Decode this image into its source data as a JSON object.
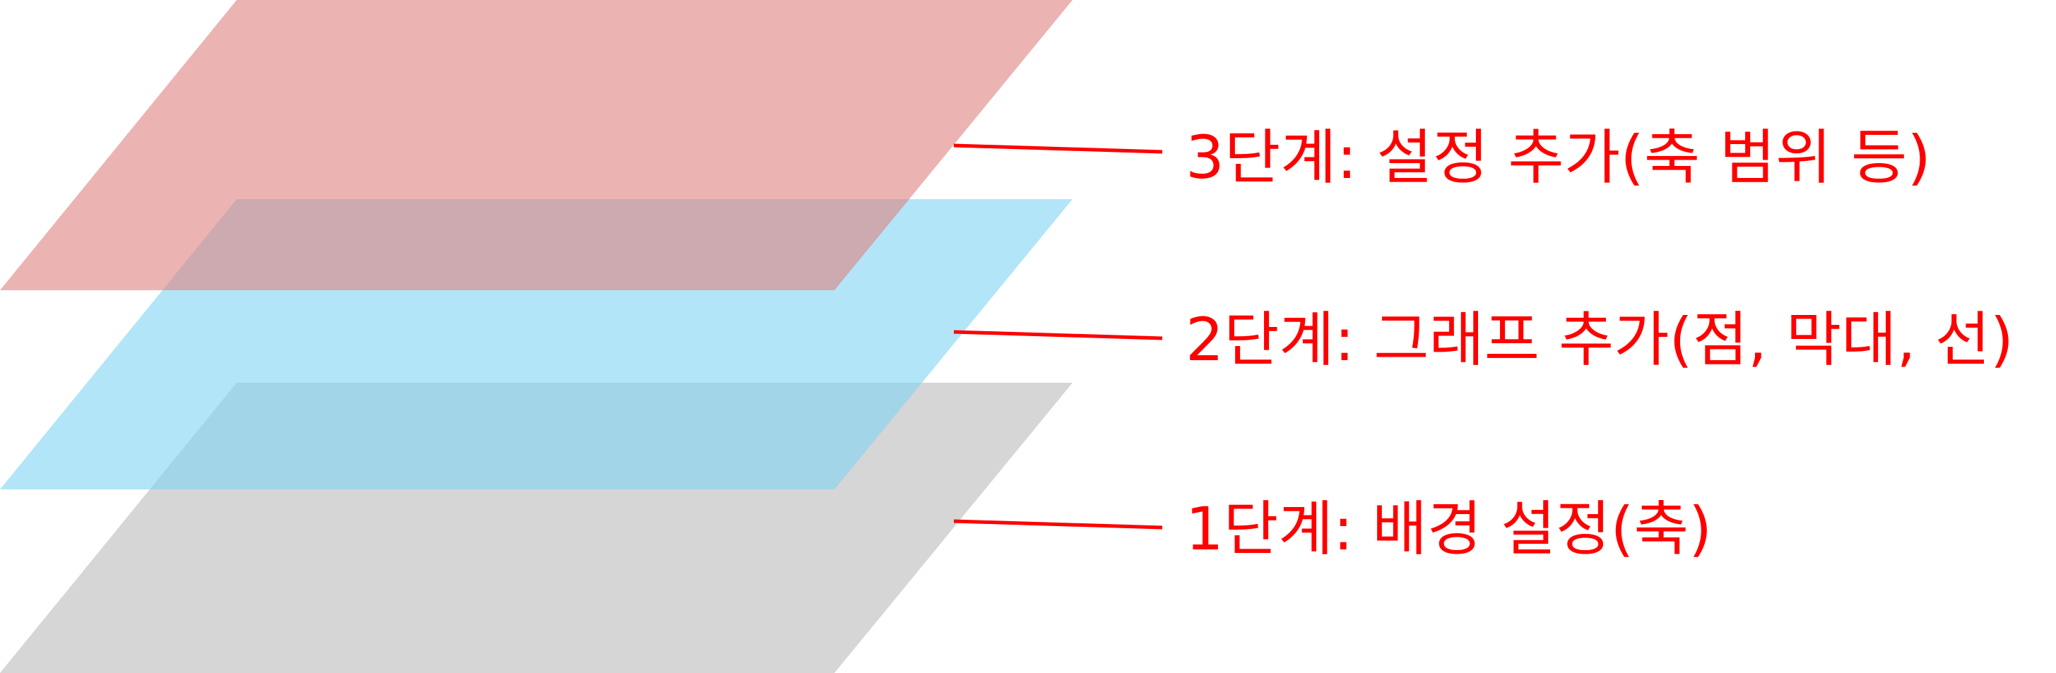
{
  "layers": [
    {
      "id": "layer-3",
      "label": "3단계: 설정 추가(축 범위 등)",
      "color": "#e08080",
      "opacity": 0.6
    },
    {
      "id": "layer-2",
      "label": "2단계: 그래프 추가(점, 막대, 선)",
      "color": "#7fd4f4",
      "opacity": 0.6
    },
    {
      "id": "layer-1",
      "label": "1단계: 배경 설정(축)",
      "color": "#c8c8c8",
      "opacity": 0.75
    }
  ],
  "label_color": "#ff0000",
  "connector_color": "#ff0000"
}
